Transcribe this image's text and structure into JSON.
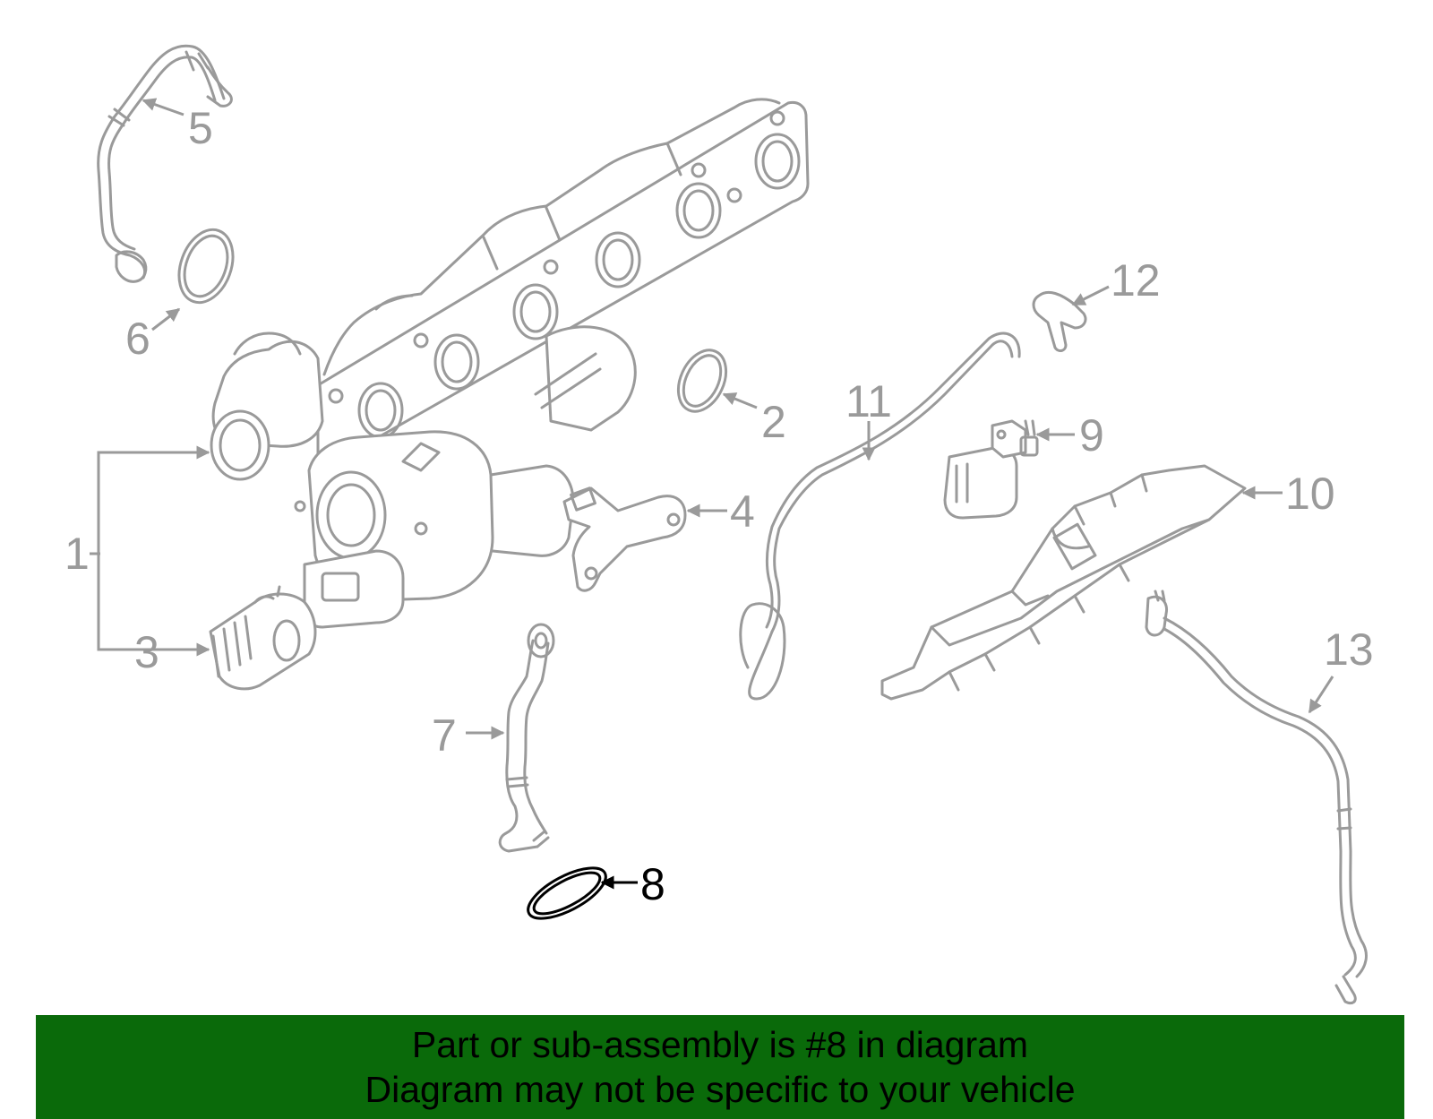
{
  "callouts": {
    "c1": "1",
    "c2": "2",
    "c3": "3",
    "c4": "4",
    "c5": "5",
    "c6": "6",
    "c7": "7",
    "c8": "8",
    "c9": "9",
    "c10": "10",
    "c11": "11",
    "c12": "12",
    "c13": "13"
  },
  "highlighted_part": "8",
  "banner": {
    "line1": "Part or sub-assembly is #8 in diagram",
    "line2": "Diagram may not be specific to your vehicle",
    "background": "#0a6a0a"
  },
  "colors": {
    "part_lines": "#9a9a9a",
    "highlight": "#000000"
  }
}
